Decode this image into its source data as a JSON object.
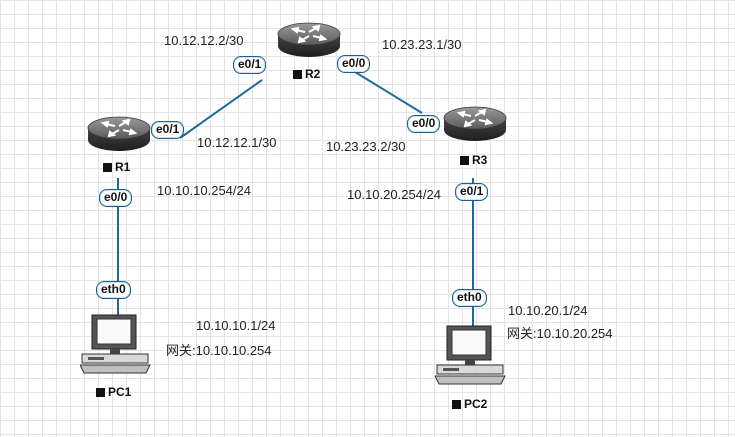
{
  "devices": {
    "r1": {
      "name": "R1"
    },
    "r2": {
      "name": "R2"
    },
    "r3": {
      "name": "R3"
    },
    "pc1": {
      "name": "PC1"
    },
    "pc2": {
      "name": "PC2"
    }
  },
  "ports": {
    "r1_e01": "e0/1",
    "r1_e00": "e0/0",
    "r2_e01": "e0/1",
    "r2_e00": "e0/0",
    "r3_e00": "e0/0",
    "r3_e01": "e0/1",
    "pc1_eth0": "eth0",
    "pc2_eth0": "eth0"
  },
  "addresses": {
    "r2_e01_ip": "10.12.12.2/30",
    "r2_e00_ip": "10.23.23.1/30",
    "r1_e01_ip": "10.12.12.1/30",
    "r3_e00_ip": "10.23.23.2/30",
    "r1_e00_ip": "10.10.10.254/24",
    "r3_e01_ip": "10.10.20.254/24",
    "pc1_ip": "10.10.10.1/24",
    "pc1_gw": "网关:10.10.10.254",
    "pc2_ip": "10.10.20.1/24",
    "pc2_gw": "网关:10.10.20.254"
  },
  "colors": {
    "link": "#1b6a9c",
    "port_border": "#1b5f8c"
  }
}
